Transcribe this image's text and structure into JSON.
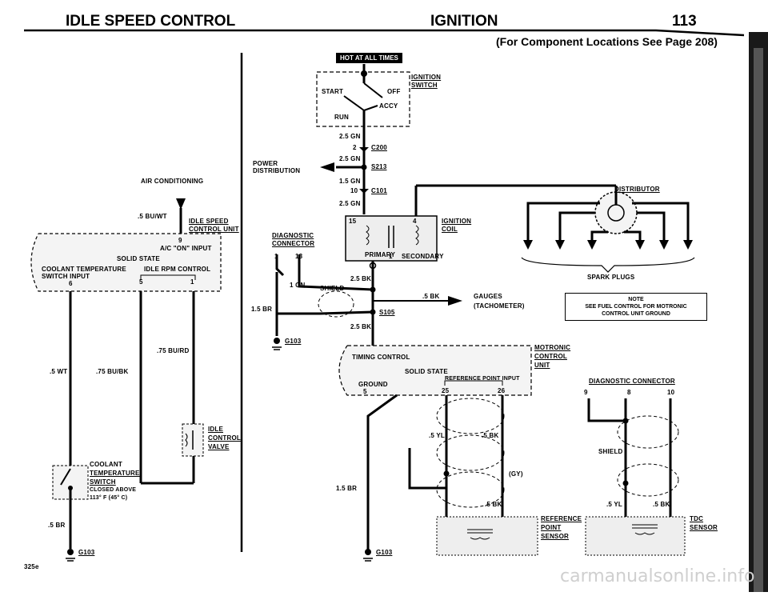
{
  "header": {
    "left": "IDLE SPEED CONTROL",
    "center": "IGNITION",
    "page": "113",
    "sub": "(For Component Locations See Page 208)"
  },
  "left_circuit": {
    "air_conditioning": "AIR CONDITIONING",
    "wire_bu_wt": ".5 BU/WT",
    "unit_label_1": "IDLE SPEED",
    "unit_label_2": "CONTROL UNIT",
    "pin9": "9",
    "ac_input": "A/C \"ON\" INPUT",
    "solid_state": "SOLID STATE",
    "coolant_switch_input_1": "COOLANT TEMPERATURE",
    "coolant_switch_input_2": "SWITCH INPUT",
    "pin6": "6",
    "idle_rpm_control": "IDLE RPM CONTROL",
    "pin5": "5",
    "pin1": "1",
    "wire_wt": ".5 WT",
    "wire_bu_bk": ".75 BU/BK",
    "wire_bu_rd": ".75 BU/RD",
    "valve_1": "IDLE",
    "valve_2": "CONTROL",
    "valve_3": "VALVE",
    "sw_1": "COOLANT",
    "sw_2": "TEMPERATURE",
    "sw_3": "SWITCH",
    "sw_4": "CLOSED ABOVE",
    "sw_5": "113° F (45° C)",
    "wire_br": ".5 BR",
    "ground": "G103",
    "figure_id": "325e"
  },
  "right_circuit": {
    "hot": "HOT AT ALL TIMES",
    "ignition_switch_1": "IGNITION",
    "ignition_switch_2": "SWITCH",
    "start": "START",
    "off": "OFF",
    "accy": "ACCY",
    "run": "RUN",
    "w_25gn_a": "2.5 GN",
    "c200_pin": "2",
    "c200": "C200",
    "w_25gn_b": "2.5 GN",
    "power_1": "POWER",
    "power_2": "DISTRIBUTION",
    "s213": "S213",
    "w_15gn": "1.5 GN",
    "c101_pin": "10",
    "c101": "C101",
    "w_25gn_c": "2.5 GN",
    "distributor": "DISTRIBUTOR",
    "coil_1": "IGNITION",
    "coil_2": "COIL",
    "pin15": "15",
    "pin4": "4",
    "pin1c": "1",
    "primary": "PRIMARY",
    "secondary": "SECONDARY",
    "spark_plugs": "SPARK PLUGS",
    "diag_1": "DIAGNOSTIC",
    "diag_2": "CONNECTOR",
    "dpin1": "1",
    "dpin13": "13",
    "w_1gn": "1 GN",
    "w_25bk_a": "2.5 BK",
    "shield": "SHIELD",
    "w_5bk": ".5 BK",
    "gauges_1": "GAUGES",
    "gauges_2": "(TACHOMETER)",
    "w_15br": "1.5 BR",
    "s105": "S105",
    "w_25bk_b": "2.5 BK",
    "note_1": "NOTE",
    "note_2": "SEE FUEL CONTROL FOR MOTRONIC",
    "note_3": "CONTROL UNIT GROUND",
    "g103a": "G103",
    "mot_1": "MOTRONIC",
    "mot_2": "CONTROL",
    "mot_3": "UNIT",
    "timing": "TIMING CONTROL",
    "solid2": "SOLID STATE",
    "ref_input": "REFERENCE POINT INPUT",
    "gnd": "GROUND",
    "gpin": "5",
    "p25": "25",
    "p26": "26",
    "diag2": "DIAGNOSTIC CONNECTOR",
    "d9": "9",
    "d8": "8",
    "d10": "10",
    "w_5yl": ".5 YL",
    "w_5bk2": ".5 BK",
    "gy": "(GY)",
    "w_15br2": "1.5 BR",
    "w_5bk3": ".5 BK",
    "shield2": "SHIELD",
    "w_5yl2": ".5 YL",
    "w_5bk4": ".5 BK",
    "ref_1": "REFERENCE",
    "ref_2": "POINT",
    "ref_3": "SENSOR",
    "tdc_1": "TDC",
    "tdc_2": "SENSOR",
    "g103b": "G103"
  },
  "watermark": "carmanualsonline.info"
}
